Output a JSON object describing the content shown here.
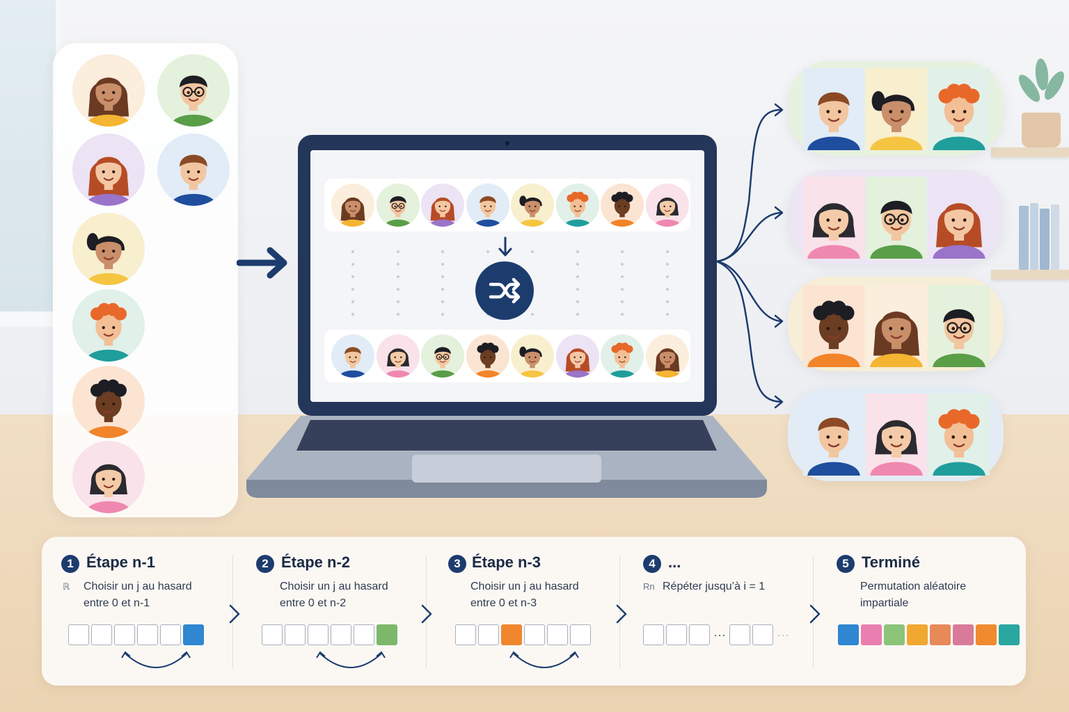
{
  "steps": [
    {
      "num": "1",
      "title": "Étape n-1",
      "prefix": "ℝ",
      "desc_line1": "Choisir un j au hasard",
      "desc_line2": "entre 0 et n-1"
    },
    {
      "num": "2",
      "title": "Étape n-2",
      "prefix": "",
      "desc_line1": "Choisir un j au hasard",
      "desc_line2": "entre 0 et n-2"
    },
    {
      "num": "3",
      "title": "Étape n-3",
      "prefix": "",
      "desc_line1": "Choisir un j au hasard",
      "desc_line2": "entre 0 et n-3"
    },
    {
      "num": "4",
      "title": "...",
      "prefix": "Rn",
      "desc_line1": "Répéter jusqu’à i = 1",
      "desc_line2": ""
    },
    {
      "num": "5",
      "title": "Terminé",
      "prefix": "",
      "desc_line1": "Permutation aléatoire",
      "desc_line2": "impartiale"
    }
  ],
  "icons": {
    "shuffle": "shuffle-icon",
    "arrow_right": "arrow-right-icon",
    "arrow_down": "arrow-down-icon",
    "chevron": "chevron-right-icon",
    "swap": "swap-arrow-icon"
  },
  "colors": {
    "primary": "#1d3c6e",
    "step_highlight": [
      "#2f86d1",
      "#7cb86a",
      "#f0862e"
    ],
    "final_permutation": [
      "#2f86d1",
      "#e97fb0",
      "#8cc47a",
      "#f0a830",
      "#e8895a",
      "#d97a9a",
      "#f08a2e",
      "#2aa7a0"
    ]
  }
}
